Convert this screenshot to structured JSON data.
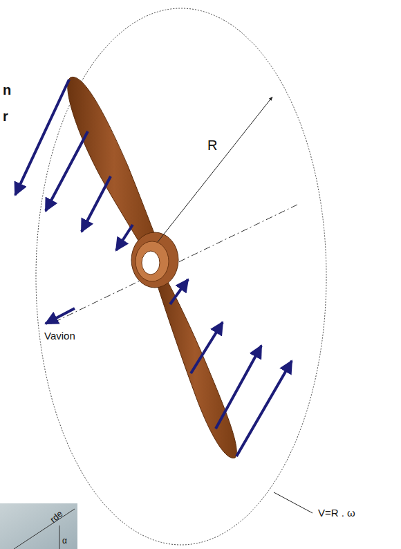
{
  "diagram": {
    "labels": [
      "n",
      "r",
      "R",
      "Vavion",
      "V=R . ω",
      "rde",
      "α"
    ]
  }
}
